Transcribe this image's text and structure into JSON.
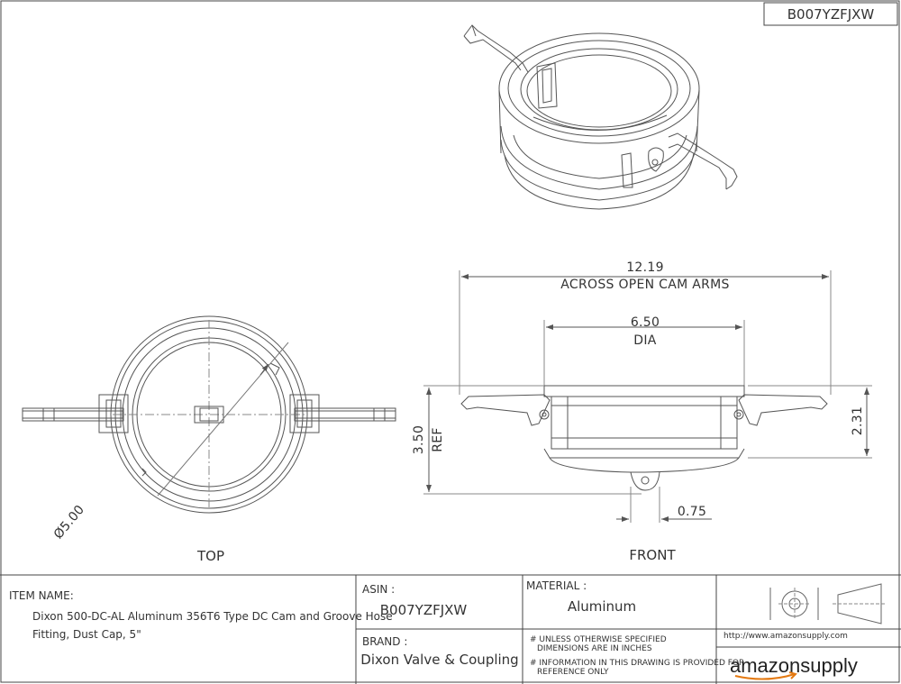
{
  "sheet": {
    "id_box": "B007YZFJXW"
  },
  "dimensions": {
    "across_value": "12.19",
    "across_label": "ACROSS OPEN CAM ARMS",
    "dia_value": "6.50",
    "dia_label": "DIA",
    "height_value": "3.50",
    "height_ref": "REF",
    "right_height": "2.31",
    "offset": "0.75",
    "top_diameter": "Ø5.00"
  },
  "views": {
    "top": "TOP",
    "front": "FRONT"
  },
  "title_block": {
    "item_name_label": "ITEM NAME:",
    "item_name_line1": "Dixon 500-DC-AL Aluminum 356T6 Type DC Cam and Groove Hose",
    "item_name_line2": "Fitting, Dust Cap, 5\"",
    "asin_label": "ASIN :",
    "asin_value": "B007YZFJXW",
    "brand_label": "BRAND :",
    "brand_value": "Dixon Valve & Coupling",
    "material_label": "MATERIAL :",
    "material_value": "Aluminum",
    "note1_line1": "# UNLESS OTHERWISE SPECIFIED",
    "note1_line2": "DIMENSIONS ARE IN INCHES",
    "note2_line1": "# INFORMATION IN THIS DRAWING IS PROVIDED FOR",
    "note2_line2": "REFERENCE ONLY",
    "url": "http://www.amazonsupply.com",
    "logo_word1": "amazon",
    "logo_word2": "supply",
    "logo_accent": "#e47911"
  }
}
